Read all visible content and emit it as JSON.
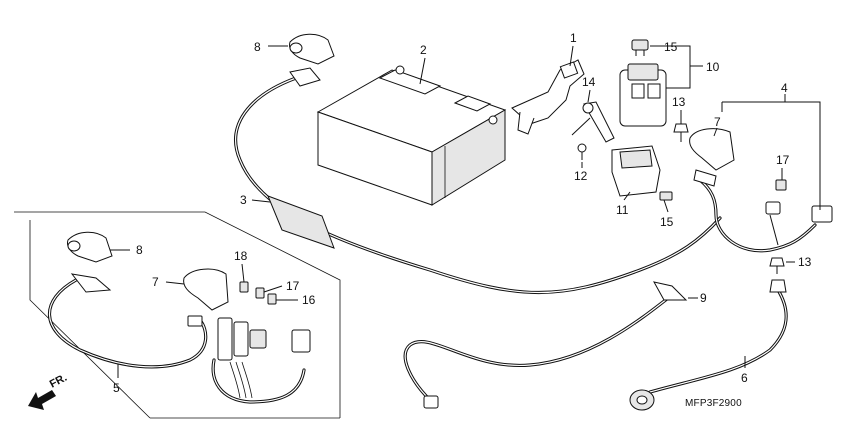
{
  "diagram": {
    "callouts": [
      {
        "id": "c1",
        "text": "1"
      },
      {
        "id": "c2",
        "text": "2"
      },
      {
        "id": "c3",
        "text": "3"
      },
      {
        "id": "c4",
        "text": "4"
      },
      {
        "id": "c5",
        "text": "5"
      },
      {
        "id": "c6",
        "text": "6"
      },
      {
        "id": "c7a",
        "text": "7"
      },
      {
        "id": "c7b",
        "text": "7"
      },
      {
        "id": "c8a",
        "text": "8"
      },
      {
        "id": "c8b",
        "text": "8"
      },
      {
        "id": "c9",
        "text": "9"
      },
      {
        "id": "c10",
        "text": "10"
      },
      {
        "id": "c11",
        "text": "11"
      },
      {
        "id": "c12",
        "text": "12"
      },
      {
        "id": "c13a",
        "text": "13"
      },
      {
        "id": "c13b",
        "text": "13"
      },
      {
        "id": "c14",
        "text": "14"
      },
      {
        "id": "c15a",
        "text": "15"
      },
      {
        "id": "c15b",
        "text": "15"
      },
      {
        "id": "c16",
        "text": "16"
      },
      {
        "id": "c17a",
        "text": "17"
      },
      {
        "id": "c17b",
        "text": "17"
      },
      {
        "id": "c18",
        "text": "18"
      }
    ],
    "direction_label": "FR.",
    "drawing_code": "MFP3F2900",
    "line_color": "#111111",
    "background_color": "#ffffff",
    "direction_icon": "arrow-left-down-icon"
  }
}
